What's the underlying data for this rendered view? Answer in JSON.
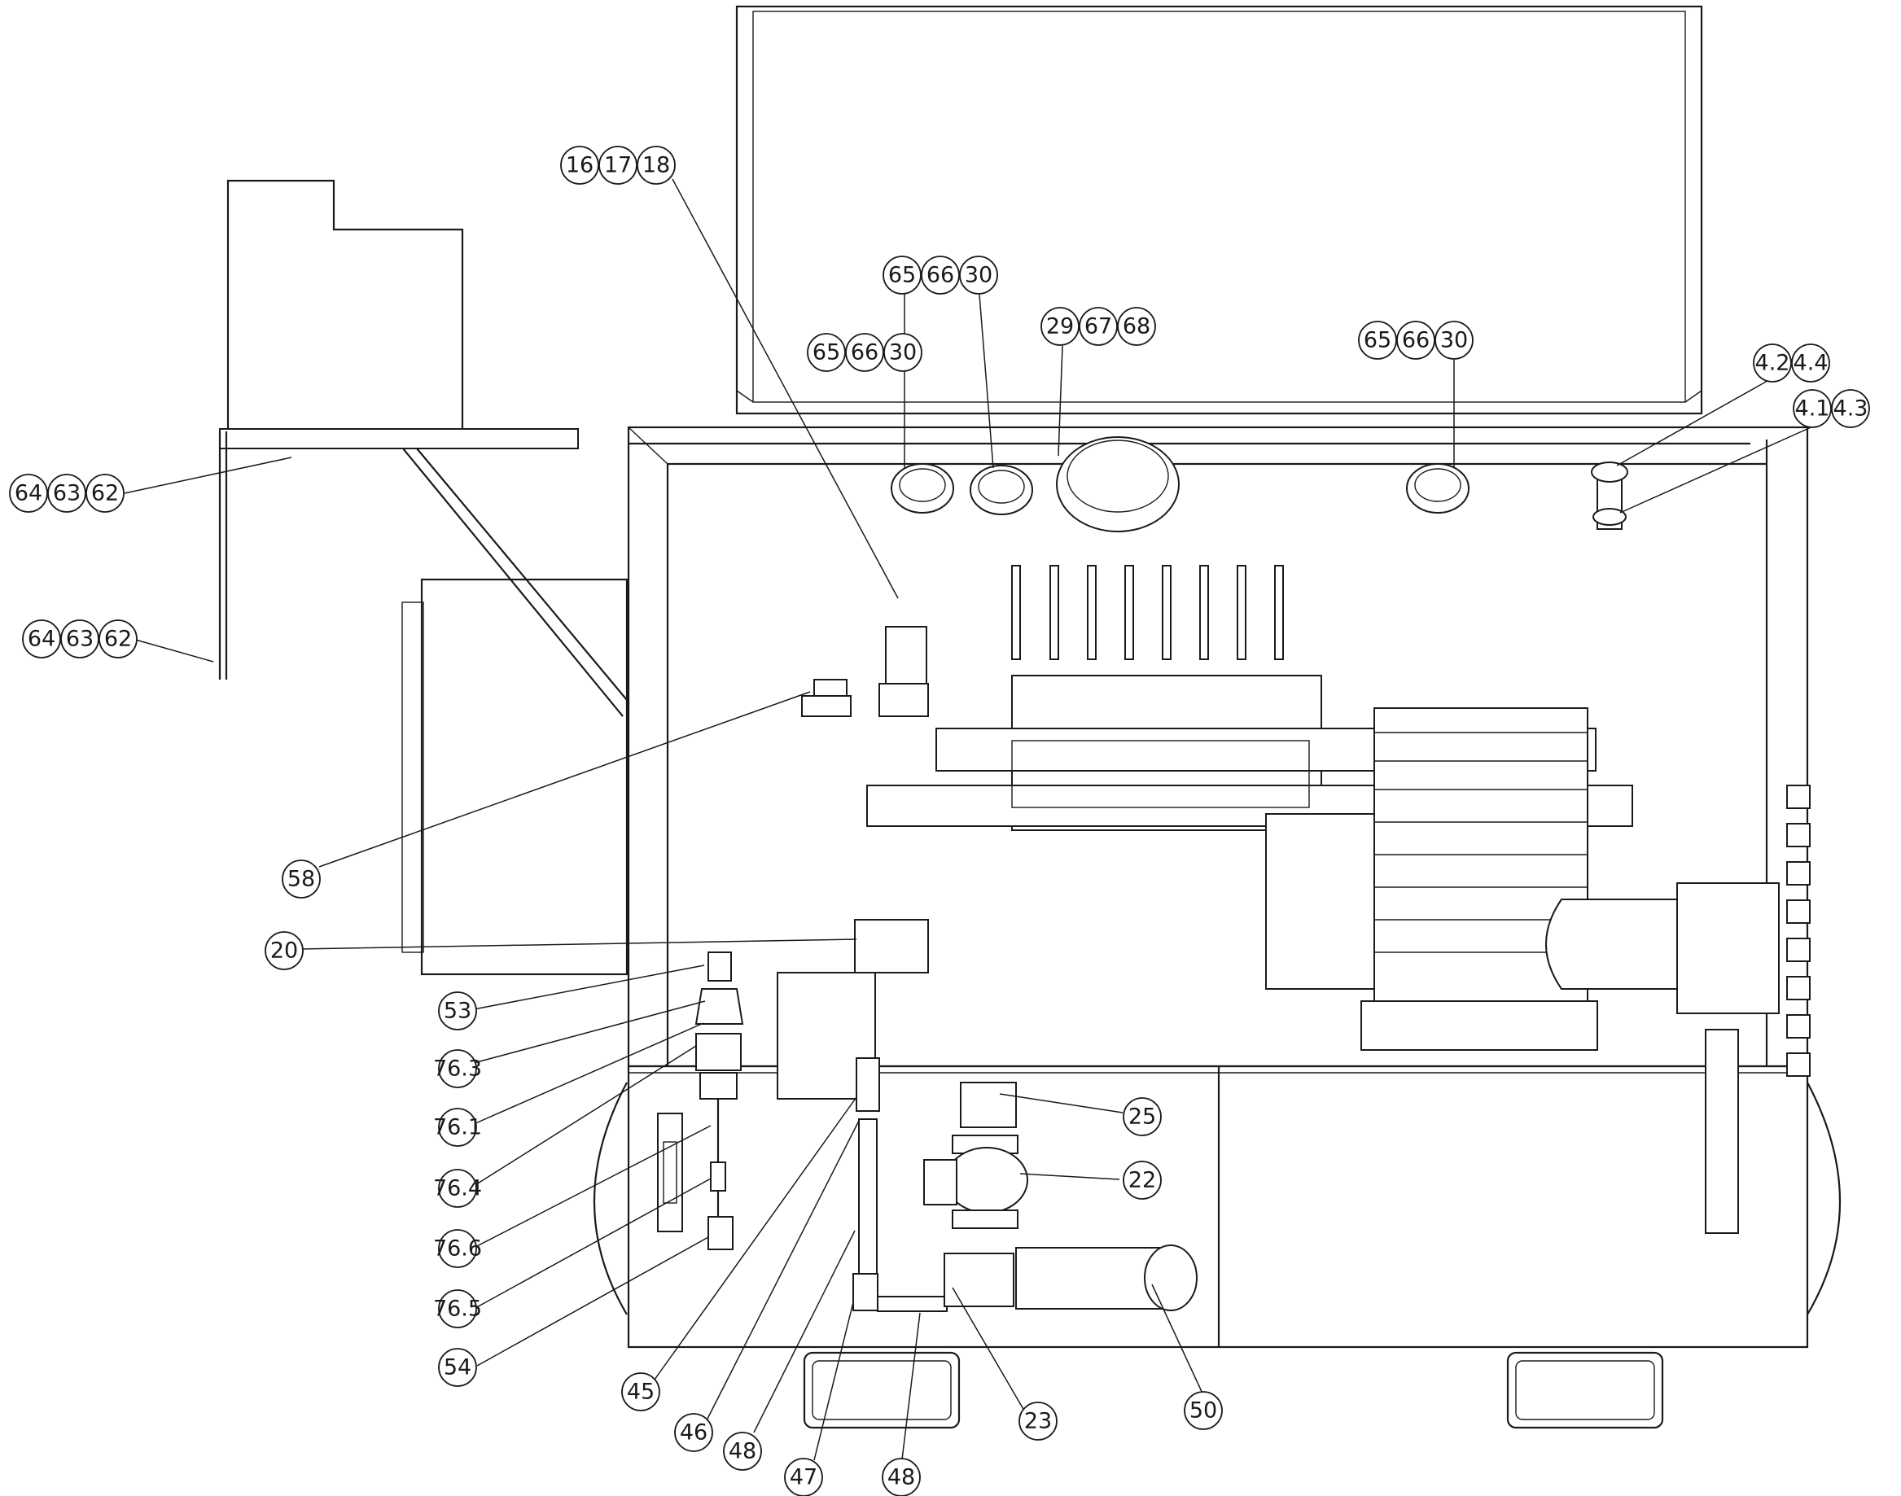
{
  "drawing": {
    "line_color": "#1a1a1a",
    "background": "#ffffff",
    "callouts": [
      {
        "id": "c-16-17-18",
        "labels": [
          "16",
          "17",
          "18"
        ]
      },
      {
        "id": "c-65-66-30-a",
        "labels": [
          "65",
          "66",
          "30"
        ]
      },
      {
        "id": "c-65-66-30-b",
        "labels": [
          "65",
          "66",
          "30"
        ]
      },
      {
        "id": "c-29-67-68",
        "labels": [
          "29",
          "67",
          "68"
        ]
      },
      {
        "id": "c-65-66-30-c",
        "labels": [
          "65",
          "66",
          "30"
        ]
      },
      {
        "id": "c-4.2-4.4",
        "labels": [
          "4.2",
          "4.4"
        ]
      },
      {
        "id": "c-4.1-4.3",
        "labels": [
          "4.1",
          "4.3"
        ]
      },
      {
        "id": "c-64-63-62-a",
        "labels": [
          "64",
          "63",
          "62"
        ]
      },
      {
        "id": "c-64-63-62-b",
        "labels": [
          "64",
          "63",
          "62"
        ]
      },
      {
        "id": "c-58",
        "labels": [
          "58"
        ]
      },
      {
        "id": "c-20",
        "labels": [
          "20"
        ]
      },
      {
        "id": "c-53",
        "labels": [
          "53"
        ]
      },
      {
        "id": "c-76.3",
        "labels": [
          "76.3"
        ]
      },
      {
        "id": "c-76.1",
        "labels": [
          "76.1"
        ]
      },
      {
        "id": "c-76.4",
        "labels": [
          "76.4"
        ]
      },
      {
        "id": "c-76.6",
        "labels": [
          "76.6"
        ]
      },
      {
        "id": "c-76.5",
        "labels": [
          "76.5"
        ]
      },
      {
        "id": "c-54",
        "labels": [
          "54"
        ]
      },
      {
        "id": "c-45",
        "labels": [
          "45"
        ]
      },
      {
        "id": "c-46",
        "labels": [
          "46"
        ]
      },
      {
        "id": "c-48-a",
        "labels": [
          "48"
        ]
      },
      {
        "id": "c-47",
        "labels": [
          "47"
        ]
      },
      {
        "id": "c-48-b",
        "labels": [
          "48"
        ]
      },
      {
        "id": "c-23",
        "labels": [
          "23"
        ]
      },
      {
        "id": "c-50",
        "labels": [
          "50"
        ]
      },
      {
        "id": "c-22",
        "labels": [
          "22"
        ]
      },
      {
        "id": "c-25",
        "labels": [
          "25"
        ]
      }
    ]
  }
}
